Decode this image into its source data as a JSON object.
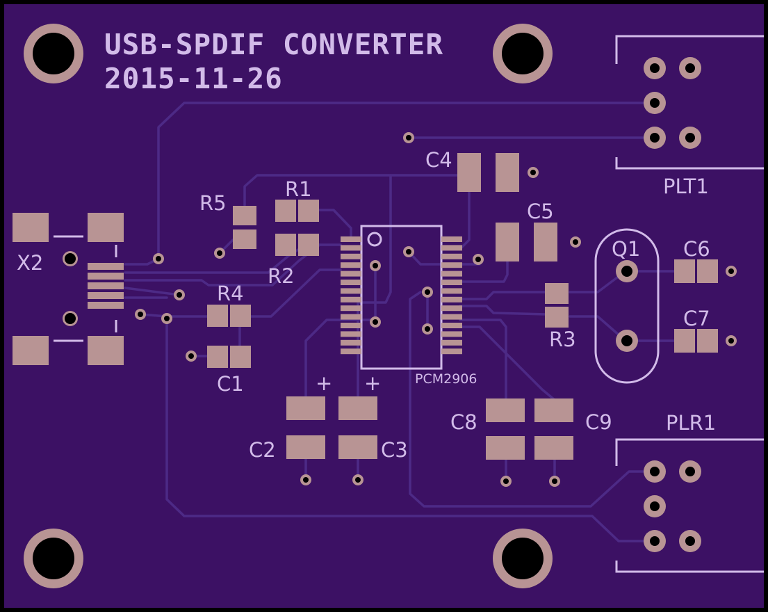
{
  "board": {
    "title_line1": "USB-SPDIF CONVERTER",
    "title_line2": "2015-11-26",
    "colors": {
      "substrate": "#3c1164",
      "copper_trace": "#4d2a86",
      "pad": "#b89494",
      "silkscreen": "#d2bbe9",
      "hole": "#000000"
    }
  },
  "labels": {
    "x2": "X2",
    "r1": "R1",
    "r2": "R2",
    "r3": "R3",
    "r4": "R4",
    "r5": "R5",
    "c1": "C1",
    "c2": "C2",
    "c3": "C3",
    "c4": "C4",
    "c5": "C5",
    "c6": "C6",
    "c7": "C7",
    "c8": "C8",
    "c9": "C9",
    "q1": "Q1",
    "ic": "PCM2906",
    "plt1": "PLT1",
    "plr1": "PLR1",
    "plus": "+"
  }
}
